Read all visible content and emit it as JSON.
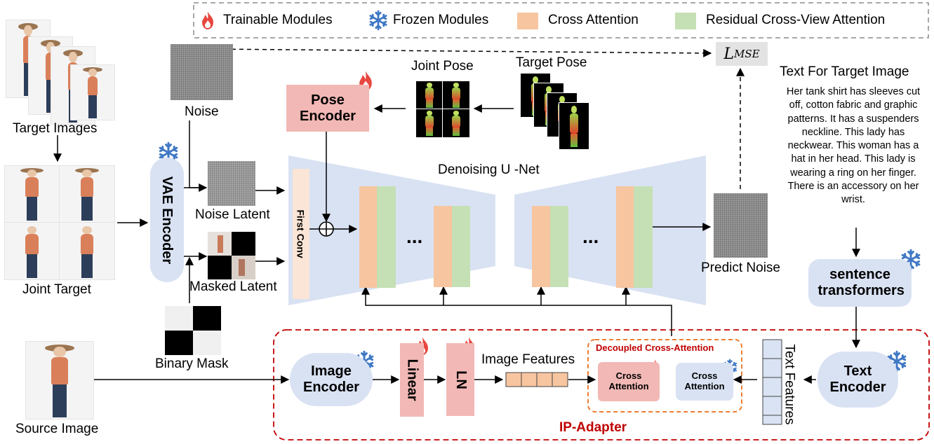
{
  "legend": {
    "trainable": "Trainable Modules",
    "frozen": "Frozen Modules",
    "cross_attention": "Cross Attention",
    "residual": "Residual Cross-View Attention"
  },
  "labels": {
    "target_images": "Target Images",
    "joint_target": "Joint Target",
    "noise": "Noise",
    "noise_latent": "Noise Latent",
    "masked_latent": "Masked Latent",
    "binary_mask": "Binary Mask",
    "source_image": "Source Image",
    "joint_pose": "Joint Pose",
    "target_pose": "Target Pose",
    "loss": "L",
    "loss_sub": "MSE",
    "denoising_unet": "Denoising U -Net",
    "predict_noise": "Predict Noise",
    "text_for_target": "Text For Target Image",
    "image_features": "Image Features",
    "text_features": "Text Features",
    "decoupled": "Decoupled Cross-Attention",
    "ip_adapter": "IP-Adapter",
    "ellipsis": "..."
  },
  "boxes": {
    "vae_encoder": "VAE Encoder",
    "pose_encoder": "Pose Encoder",
    "first_conv": "First Conv",
    "sentence_transformers": "sentence transformers",
    "image_encoder": "Image Encoder",
    "linear": "Linear",
    "ln": "LN",
    "cross_attention_trainable": "Cross Attention",
    "cross_attention_frozen": "Cross Attention",
    "text_encoder": "Text Encoder"
  },
  "text_description": "Her tank shirt has sleeves cut off, cotton fabric and graphic patterns. It has a suspenders neckline. This lady has neckwear. This woman has a hat in her head. This lady is wearing a ring on her finger. There is an accessory on her wrist.",
  "icons": {
    "trainable": "flame-icon",
    "frozen": "snowflake-icon",
    "add": "circled-plus-icon"
  },
  "colors": {
    "flame": "#e8473f",
    "snowflake": "#3f78c4",
    "cross_attention": "#f7c59f",
    "residual": "#c5e0b4",
    "blue_box": "#d9e2f3",
    "pink_box": "#f2b8b5",
    "ip_adapter_border": "#c00000",
    "decoupled_border": "#ed7d31"
  }
}
